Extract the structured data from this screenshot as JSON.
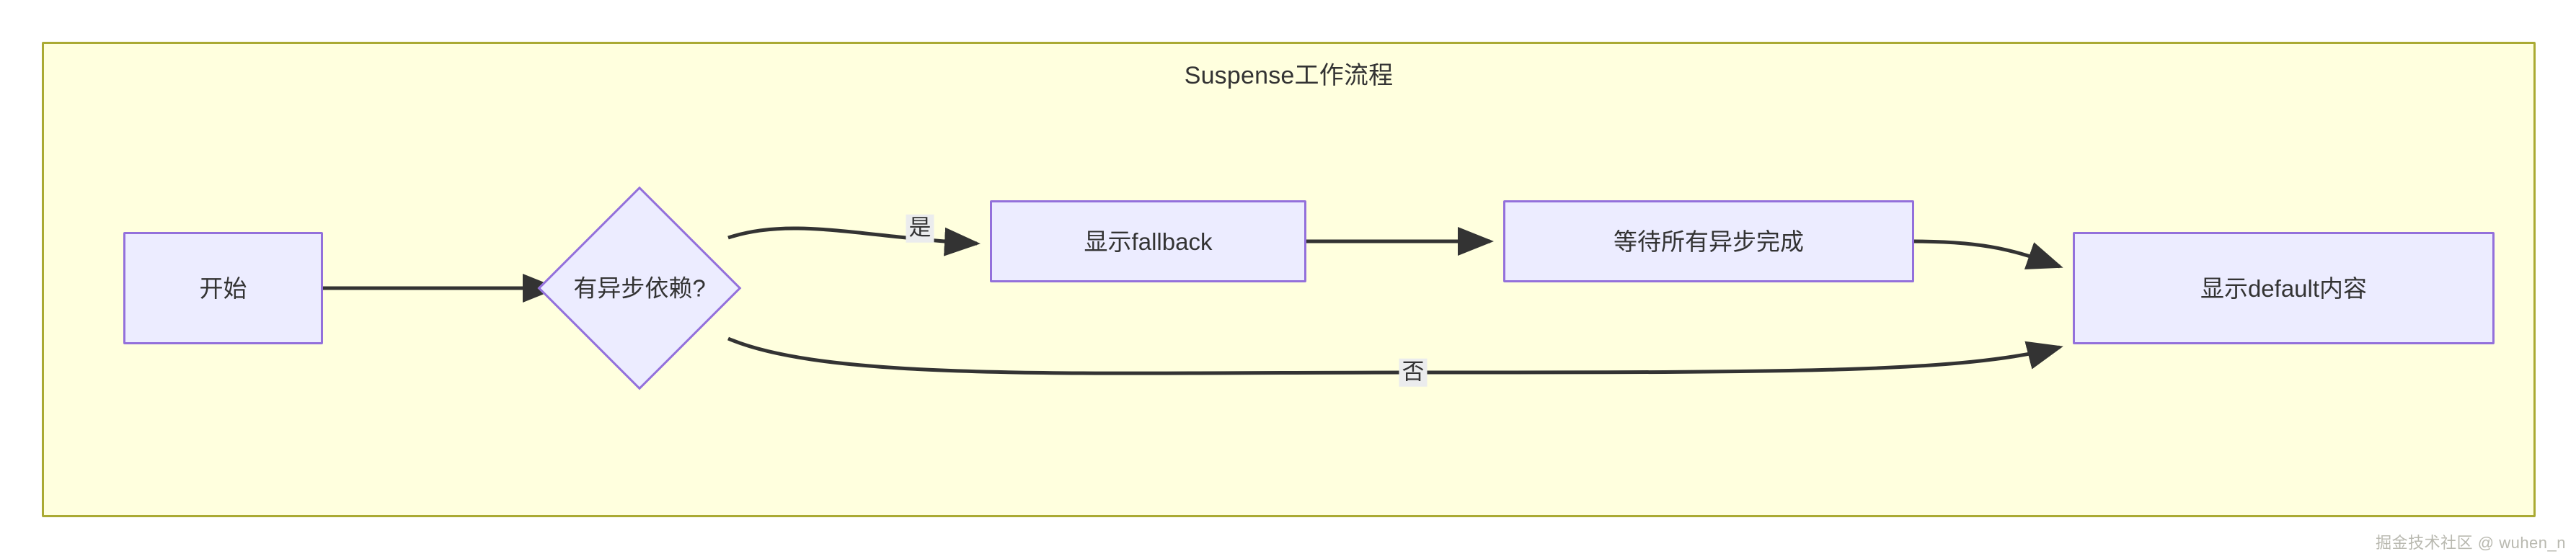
{
  "diagram": {
    "title": "Suspense工作流程",
    "background_color": "#ffffde",
    "border_color": "#aaaa33",
    "node_fill": "#ececff",
    "node_stroke": "#9370db",
    "text_color": "#333333",
    "edge_color": "#333333",
    "type": "flowchart",
    "direction": "left-to-right",
    "nodes": [
      {
        "id": "start",
        "shape": "rectangle",
        "label": "开始"
      },
      {
        "id": "decision",
        "shape": "diamond",
        "label": "有异步依赖?"
      },
      {
        "id": "fallback",
        "shape": "rectangle",
        "label": "显示fallback"
      },
      {
        "id": "waitall",
        "shape": "rectangle",
        "label": "等待所有异步完成"
      },
      {
        "id": "default",
        "shape": "rectangle",
        "label": "显示default内容"
      }
    ],
    "edges": [
      {
        "from": "start",
        "to": "decision",
        "label": ""
      },
      {
        "from": "decision",
        "to": "fallback",
        "label": "是"
      },
      {
        "from": "fallback",
        "to": "waitall",
        "label": ""
      },
      {
        "from": "waitall",
        "to": "default",
        "label": ""
      },
      {
        "from": "decision",
        "to": "default",
        "label": "否"
      }
    ]
  },
  "watermark": {
    "text": "掘金技术社区 @ wuhen_n"
  }
}
